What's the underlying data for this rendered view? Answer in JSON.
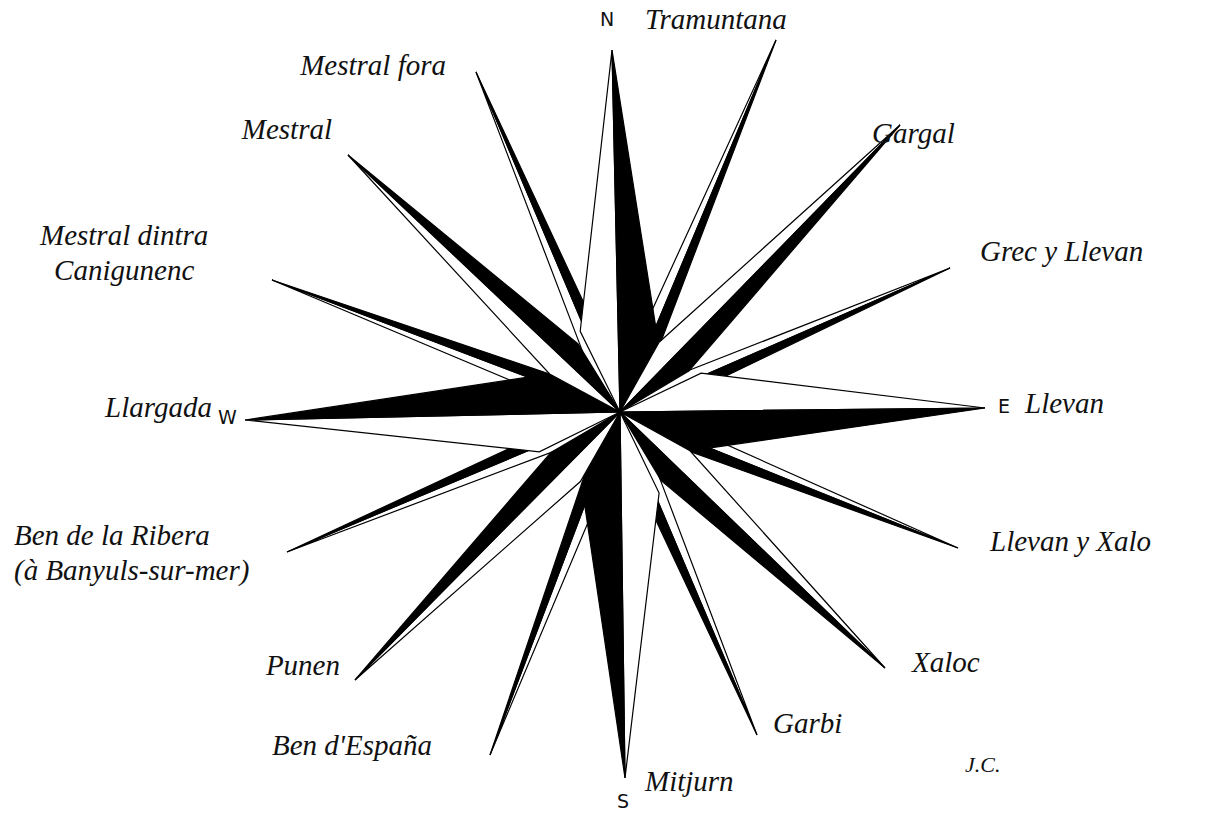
{
  "diagram": {
    "labels": [
      "N",
      "Tramuntana",
      "Mestral fora",
      "Gargal",
      "Mestral",
      "Grec y Llevan",
      "Mestral dintra Canigunenc",
      "Llargada",
      "W",
      "E",
      "Llevan",
      "Ben de la Ribera (à Banyuls-sur-mer)",
      "Llevan y Xalo",
      "Xaloc",
      "Punen",
      "Garbi",
      "Ben d'España",
      "S",
      "Mitjurn",
      "J.C."
    ]
  }
}
